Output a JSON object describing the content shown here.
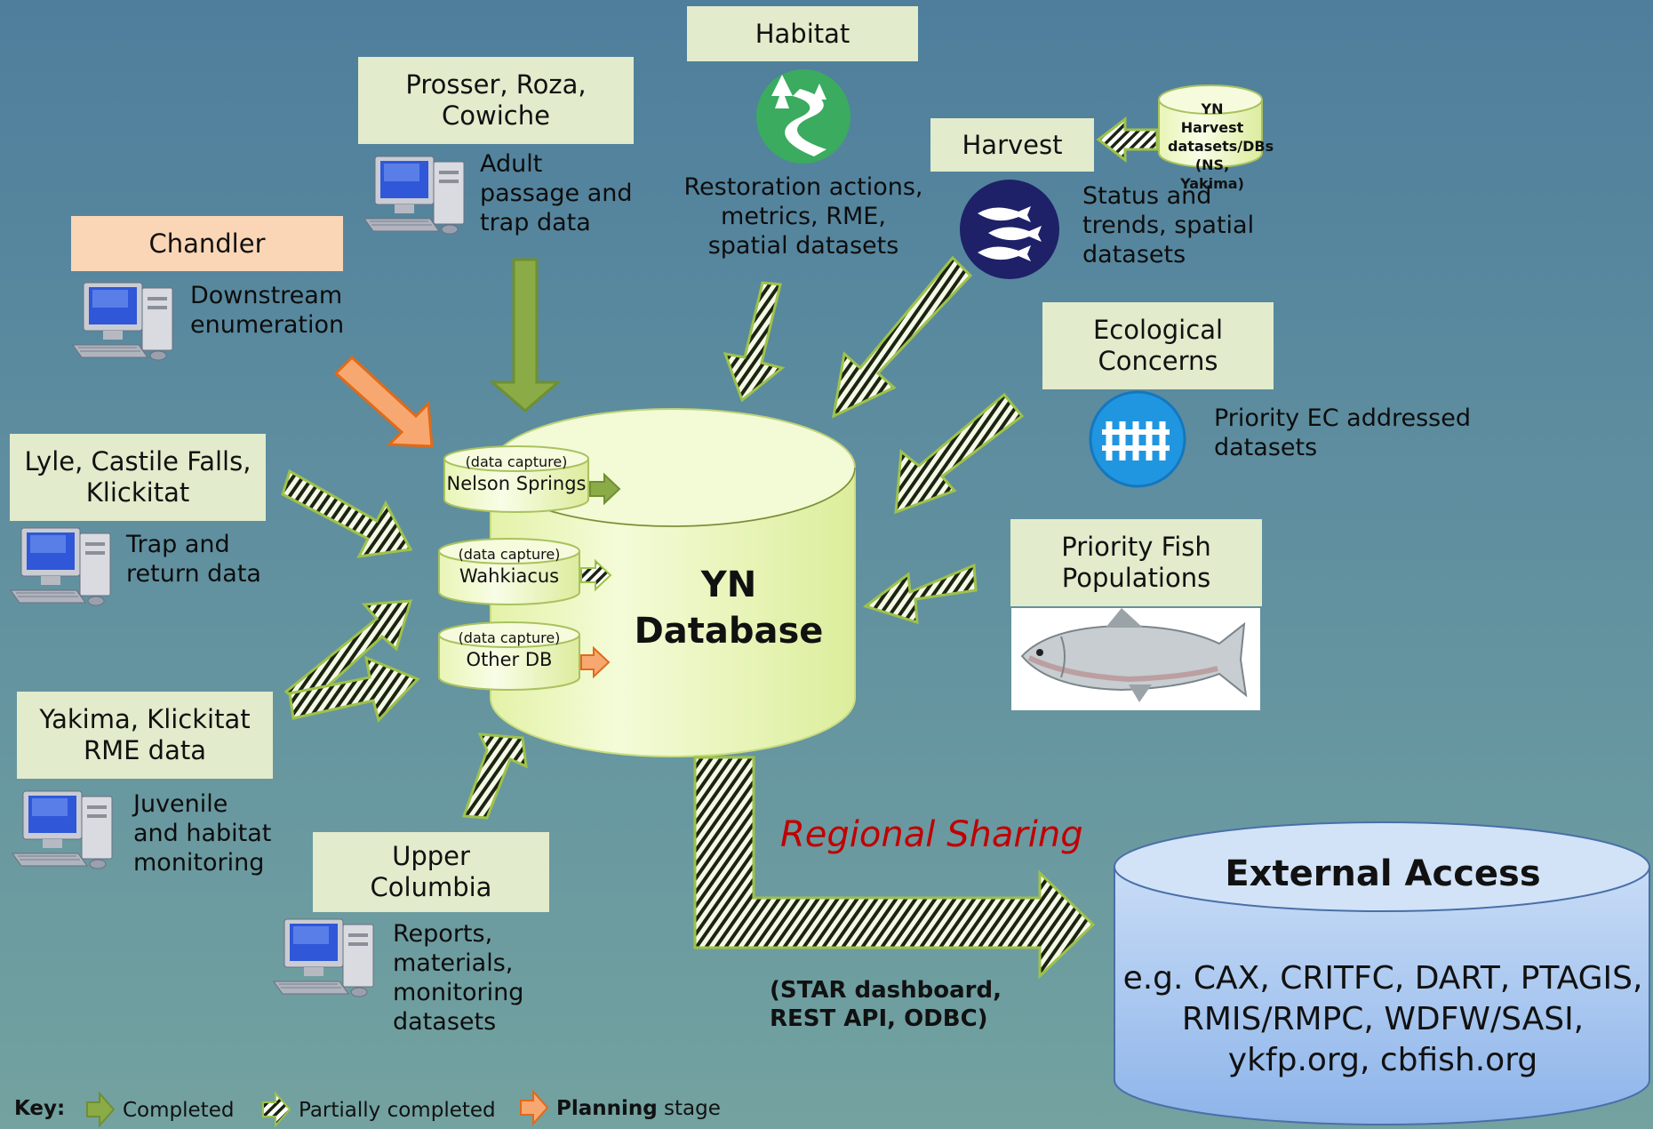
{
  "sources": {
    "chandler": {
      "title": [
        "Chandler"
      ],
      "desc": [
        "Downstream",
        "enumeration"
      ]
    },
    "prosser": {
      "title": [
        "Prosser, Roza,",
        "Cowiche"
      ],
      "desc": [
        "Adult",
        "passage and",
        "trap data"
      ]
    },
    "lyle": {
      "title": [
        "Lyle, Castile Falls,",
        "Klickitat"
      ],
      "desc": [
        "Trap and",
        "return data"
      ]
    },
    "yakima": {
      "title": [
        "Yakima, Klickitat",
        "RME data"
      ],
      "desc": [
        "Juvenile",
        "and habitat",
        "monitoring"
      ]
    },
    "upper": {
      "title": [
        "Upper",
        "Columbia"
      ],
      "desc": [
        "Reports,",
        "materials,",
        "monitoring",
        "datasets"
      ]
    },
    "habitat": {
      "title": [
        "Habitat"
      ],
      "desc": [
        "Restoration actions,",
        "metrics, RME,",
        "spatial datasets"
      ]
    },
    "harvest": {
      "title": [
        "Harvest"
      ],
      "desc": [
        "Status and",
        "trends, spatial",
        "datasets"
      ]
    },
    "ecological": {
      "title": [
        "Ecological",
        "Concerns"
      ],
      "desc": [
        "Priority EC addressed",
        "datasets"
      ]
    },
    "priority_fish": {
      "title": [
        "Priority Fish",
        "Populations"
      ]
    }
  },
  "harvest_db": [
    "YN Harvest",
    "datasets/DBs",
    "(NS, Yakima)"
  ],
  "yn_database": [
    "YN",
    "Database"
  ],
  "data_capture": [
    {
      "tag": "(data capture)",
      "name": "Nelson Springs",
      "status": "completed"
    },
    {
      "tag": "(data capture)",
      "name": "Wahkiacus",
      "status": "partial"
    },
    {
      "tag": "(data capture)",
      "name": "Other DB",
      "status": "planning"
    }
  ],
  "regional_sharing": "Regional Sharing",
  "sharing_methods": [
    "(STAR dashboard,",
    "REST API, ODBC)"
  ],
  "external": {
    "title": "External Access",
    "lines": [
      "e.g. CAX, CRITFC, DART, PTAGIS,",
      "RMIS/RMPC, WDFW/SASI,",
      "ykfp.org, cbfish.org"
    ]
  },
  "key": {
    "label": "Key:",
    "completed": "Completed",
    "partial": "Partially completed",
    "planning_bold": "Planning",
    "planning_rest": " stage"
  },
  "icons": [
    "computer-icon",
    "habitat-river-icon",
    "fish-icon",
    "barrier-fence-icon",
    "salmon-photo"
  ],
  "colors": {
    "completed": "#8aab45",
    "planning": "#f7a870",
    "cylinder": "#eef8c4",
    "external": "#a9c8ee",
    "regional_sharing": "#c00000"
  }
}
